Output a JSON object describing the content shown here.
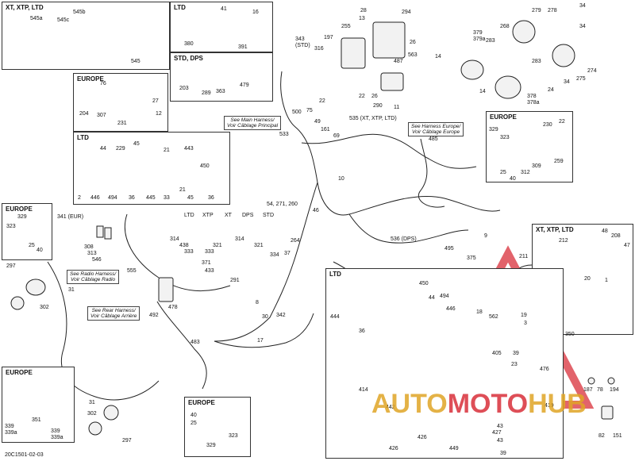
{
  "diagram_code": "20C1501-02-03",
  "boxes": {
    "top_left": "XT, XTP, LTD",
    "ltd_top": "LTD",
    "std_dps": "STD, DPS",
    "europe_mid": "EUROPE",
    "ltd_mid": "LTD",
    "europe_right": "EUROPE",
    "xt_xtp_ltd_right": "XT, XTP, LTD",
    "europe_left": "EUROPE",
    "ltd_bottom": "LTD",
    "europe_bottom_left": "EUROPE",
    "europe_bottom": "EUROPE"
  },
  "notes": {
    "main_harness": "See Main Harness/\nVoir Câblage Principal",
    "harness_europe": "See Harness Europe/\nVoir Câblage Europe",
    "radio_harness": "See Radio Harness/\nVoir Câblage Radio",
    "rear_harness": "See Rear Harness/\nVoir Câblage Arrière"
  },
  "variant_headers": [
    "LTD",
    "XTP",
    "XT",
    "DPS",
    "STD"
  ],
  "labels": {
    "l545a": "545a",
    "l545c": "545c",
    "l545b": "545b",
    "l545": "545",
    "l41": "41",
    "l16": "16",
    "l380": "380",
    "l391": "391",
    "l203": "203",
    "l289": "289",
    "l363": "363",
    "l479": "479",
    "l76": "76",
    "l27": "27",
    "l204": "204",
    "l307": "307",
    "l12": "12",
    "l231": "231",
    "l44": "44",
    "l229": "229",
    "l45a": "45",
    "l21a": "21",
    "l443": "443",
    "l450a": "450",
    "l2": "2",
    "l446": "446",
    "l494": "494",
    "l36a": "36",
    "l445": "445",
    "l33": "33",
    "l21b": "21",
    "l45b": "45",
    "l36b": "36",
    "l343": "343\n(STD)",
    "l197": "197",
    "l316": "316",
    "l255": "255",
    "l28": "28",
    "l13": "13",
    "l294": "294",
    "l26a": "26",
    "l563": "563",
    "l487": "487",
    "l22a": "22",
    "l22b": "22",
    "l26b": "26",
    "l290": "290",
    "l11": "11",
    "l500": "500",
    "l75": "75",
    "l49": "49",
    "l161": "161",
    "l69": "69",
    "l535": "535 (XT, XTP, LTD)",
    "l533": "533",
    "l485": "485",
    "l379": "379",
    "l379a": "379a",
    "l283a": "283",
    "l268": "268",
    "l279": "279",
    "l278": "278",
    "l34a": "34",
    "l34b": "34",
    "l14a": "14",
    "l14b": "14",
    "l283b": "283",
    "l274": "274",
    "l275": "275",
    "l378": "378",
    "l378a": "378a",
    "l34c": "34",
    "l24": "24",
    "l329a": "329",
    "l323a": "323",
    "l230": "230",
    "l22c": "22",
    "l309": "309",
    "l312": "312",
    "l25a": "25",
    "l40a": "40",
    "l259": "259",
    "l341": "341 (EUR)",
    "l308": "308",
    "l313": "313",
    "l546": "546",
    "l329b": "329",
    "l323b": "323",
    "l25b": "25",
    "l40b": "40",
    "l314a": "314",
    "l438": "438",
    "l333a": "333",
    "l321a": "321",
    "l333b": "333",
    "l314b": "314",
    "l321b": "321",
    "l54": "54, 271, 260",
    "l46": "46",
    "l264": "264",
    "l536": "536 (DPS)",
    "l495": "495",
    "l375": "375",
    "l9": "9",
    "l10": "10",
    "l371": "371",
    "l433": "433",
    "l291": "291",
    "l334": "334",
    "l37": "37",
    "l297a": "297",
    "l31a": "31",
    "l302": "302",
    "l555": "555",
    "l478": "478",
    "l492": "492",
    "l483": "483",
    "l8": "8",
    "l30": "30",
    "l342": "342",
    "l17": "17",
    "l48": "48",
    "l208": "208",
    "l47": "47",
    "l212": "212",
    "l211": "211",
    "l20": "20",
    "l1": "1",
    "l18": "18",
    "l562": "562",
    "l19": "19",
    "l3": "3",
    "l350": "350",
    "l450b": "450",
    "l444": "444",
    "l494b": "494",
    "l446b": "446",
    "l44b": "44",
    "l36c": "36",
    "l405": "405",
    "l39a": "39",
    "l23": "23",
    "l476": "476",
    "l414": "414",
    "l442": "442",
    "l419": "419",
    "l426a": "426",
    "l426b": "426",
    "l449": "449",
    "l427": "427",
    "l43a": "43",
    "l43b": "43",
    "l39b": "39",
    "l187": "187",
    "l78": "78",
    "l194": "194",
    "l82": "82",
    "l151": "151",
    "l339": "339\n339a",
    "l351": "351",
    "l339b": "339\n339a",
    "l31b": "31",
    "l302b": "302",
    "l297b": "297",
    "l40c": "40",
    "l25c": "25",
    "l323c": "323",
    "l329c": "329"
  },
  "watermark": {
    "part1": "AUTO",
    "part2": "MOTO",
    "part3": "HUB",
    "accent_color": "#d9303a",
    "gold_color": "#e0a526"
  }
}
